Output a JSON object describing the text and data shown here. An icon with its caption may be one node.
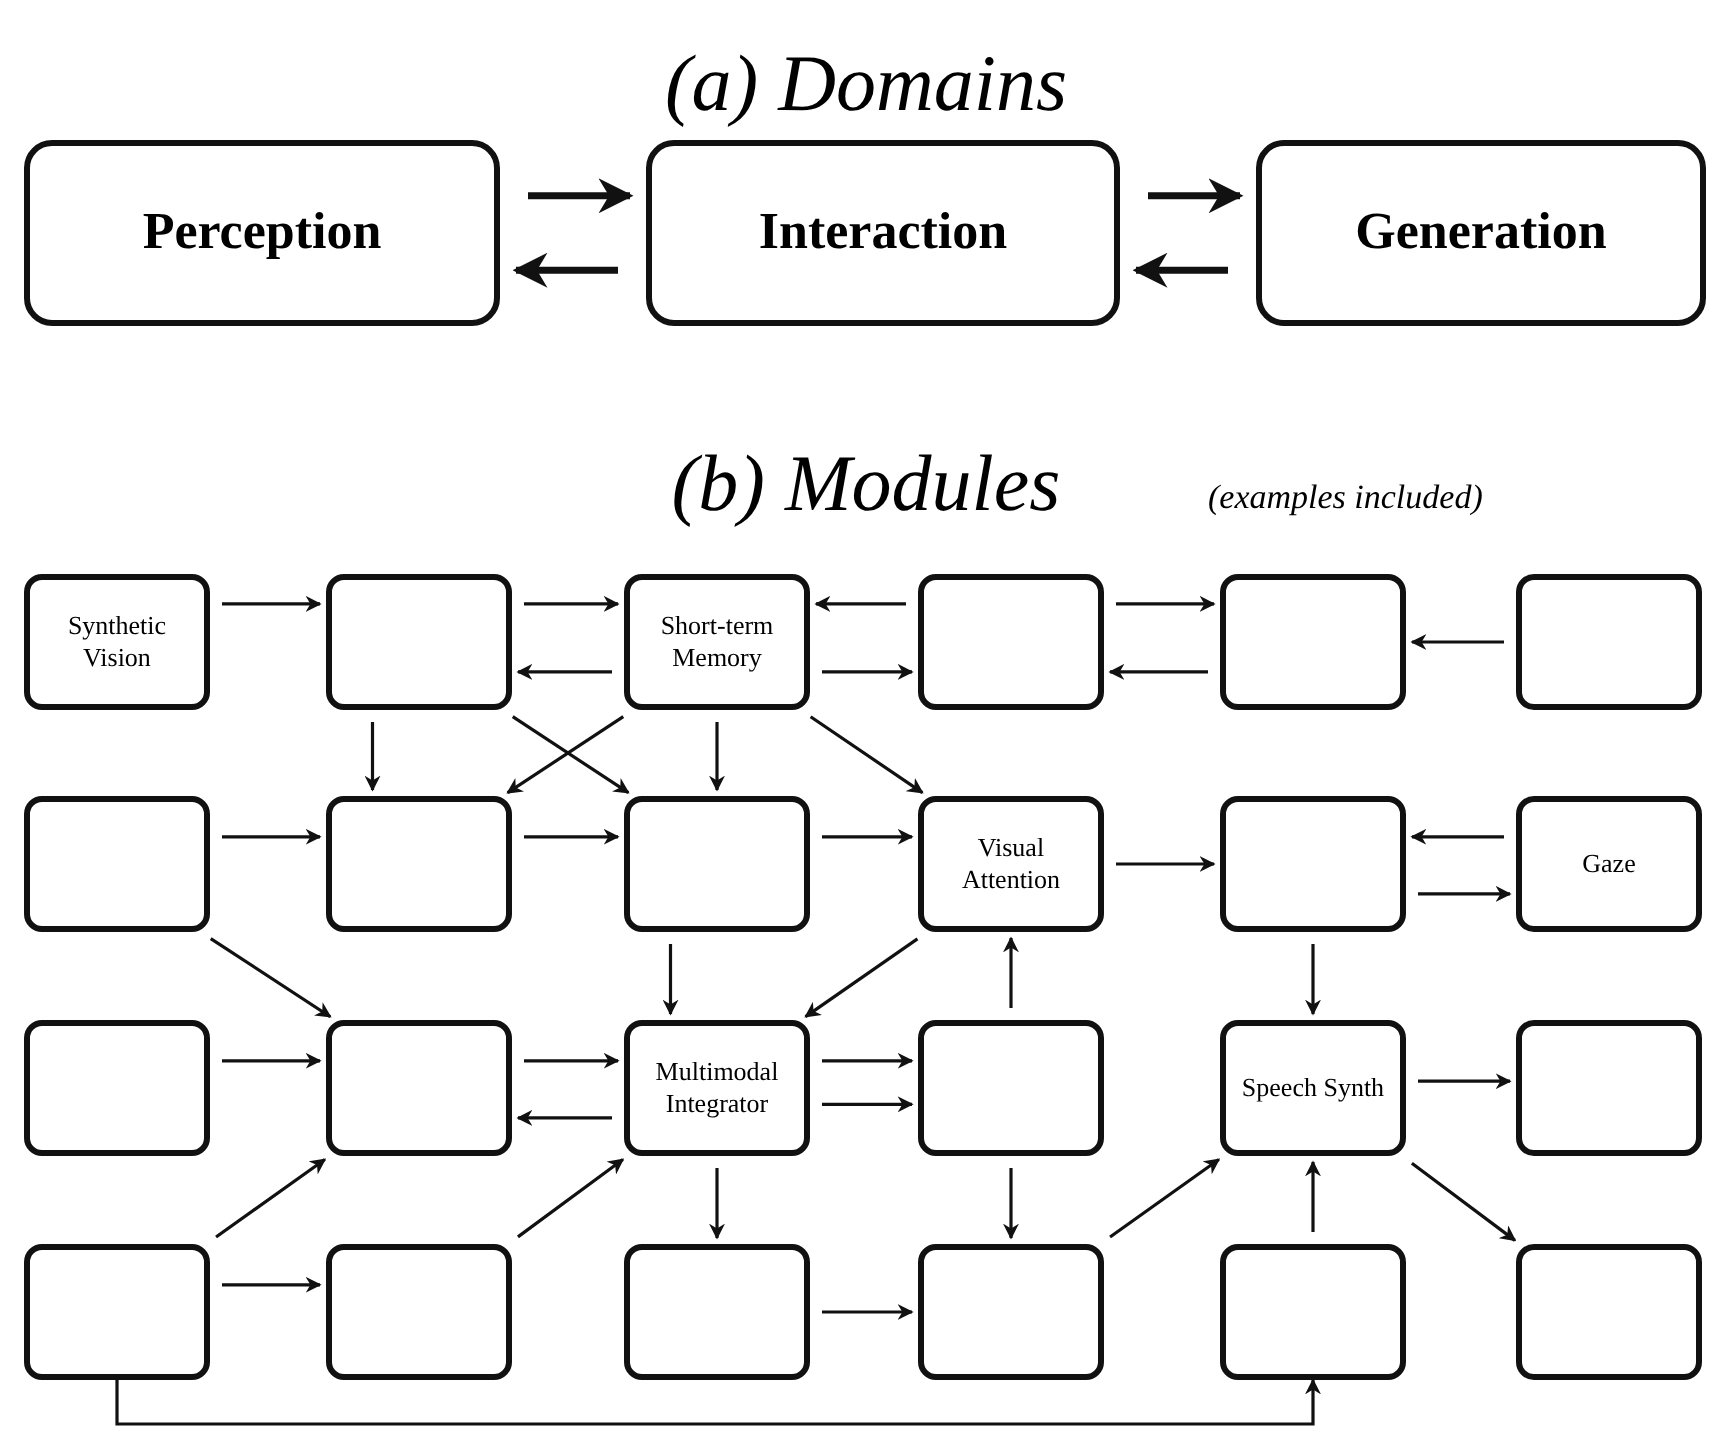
{
  "diagram": {
    "nodes": [
      {
        "text": [
          "Perception"
        ]
      },
      {
        "text": [
          "Interaction"
        ]
      },
      {
        "text": [
          "Generation"
        ]
      },
      {
        "text": [
          "Synthetic Vision"
        ]
      },
      {
        "text": [],
        "shape": "box"
      },
      {
        "text": [
          "Short-term Memory"
        ]
      },
      {
        "text": [],
        "shape": "box"
      },
      {
        "text": [],
        "shape": "box"
      },
      {
        "text": [],
        "shape": "box"
      },
      {
        "text": [],
        "shape": "box"
      },
      {
        "text": [],
        "shape": "box"
      },
      {
        "text": [],
        "shape": "box"
      },
      {
        "text": [
          "Visual Attention"
        ]
      },
      {
        "text": [],
        "shape": "box"
      },
      {
        "text": [
          "Gaze"
        ]
      },
      {
        "text": [],
        "shape": "box"
      },
      {
        "text": [],
        "shape": "box"
      },
      {
        "text": [
          "Multimodal Integrator"
        ]
      },
      {
        "text": [],
        "shape": "box"
      },
      {
        "text": [
          "Speech Synth"
        ]
      },
      {
        "text": [],
        "shape": "box"
      },
      {
        "text": [],
        "shape": "box"
      },
      {
        "text": [],
        "shape": "box"
      },
      {
        "text": [],
        "shape": "box"
      },
      {
        "text": [],
        "shape": "box"
      },
      {
        "text": [],
        "shape": "box"
      },
      {
        "text": [],
        "shape": "box"
      }
    ],
    "edges": [
      {
        "from": 0,
        "to": 1,
        "arrow": "to",
        "style": "thick"
      },
      {
        "from": 1,
        "to": 0,
        "arrow": "to",
        "style": "thick"
      },
      {
        "from": 1,
        "to": 2,
        "arrow": "to",
        "style": "thick"
      },
      {
        "from": 2,
        "to": 1,
        "arrow": "to",
        "style": "thick"
      },
      {
        "from": 3,
        "to": 4,
        "arrow": "to"
      },
      {
        "from": 4,
        "to": 5,
        "arrow": "to"
      },
      {
        "from": 5,
        "to": 4,
        "arrow": "to"
      },
      {
        "from": 6,
        "to": 5,
        "arrow": "to"
      },
      {
        "from": 5,
        "to": 6,
        "arrow": "to"
      },
      {
        "from": 6,
        "to": 7,
        "arrow": "to"
      },
      {
        "from": 7,
        "to": 6,
        "arrow": "to"
      },
      {
        "from": 8,
        "to": 7,
        "arrow": "to"
      },
      {
        "from": 4,
        "to": 10,
        "arrow": "to"
      },
      {
        "from": 4,
        "to": 11,
        "arrow": "to"
      },
      {
        "from": 5,
        "to": 10,
        "arrow": "to"
      },
      {
        "from": 5,
        "to": 11,
        "arrow": "to"
      },
      {
        "from": 5,
        "to": 12,
        "arrow": "to"
      },
      {
        "from": 9,
        "to": 10,
        "arrow": "to"
      },
      {
        "from": 10,
        "to": 11,
        "arrow": "to"
      },
      {
        "from": 11,
        "to": 12,
        "arrow": "to"
      },
      {
        "from": 12,
        "to": 13,
        "arrow": "to"
      },
      {
        "from": 14,
        "to": 13,
        "arrow": "to"
      },
      {
        "from": 13,
        "to": 14,
        "arrow": "to"
      },
      {
        "from": 9,
        "to": 16,
        "arrow": "to"
      },
      {
        "from": 11,
        "to": 17,
        "arrow": "to"
      },
      {
        "from": 12,
        "to": 17,
        "arrow": "to"
      },
      {
        "from": 18,
        "to": 12,
        "arrow": "to"
      },
      {
        "from": 13,
        "to": 19,
        "arrow": "to"
      },
      {
        "from": 15,
        "to": 16,
        "arrow": "to"
      },
      {
        "from": 16,
        "to": 17,
        "arrow": "to"
      },
      {
        "from": 17,
        "to": 16,
        "arrow": "to"
      },
      {
        "from": 17,
        "to": 18,
        "arrow": "to"
      },
      {
        "from": 17,
        "to": 18,
        "arrow": "to"
      },
      {
        "from": 19,
        "to": 20,
        "arrow": "to"
      },
      {
        "from": 21,
        "to": 16,
        "arrow": "to"
      },
      {
        "from": 22,
        "to": 17,
        "arrow": "to"
      },
      {
        "from": 17,
        "to": 23,
        "arrow": "to"
      },
      {
        "from": 18,
        "to": 24,
        "arrow": "to"
      },
      {
        "from": 24,
        "to": 19,
        "arrow": "to"
      },
      {
        "from": 25,
        "to": 19,
        "arrow": "to"
      },
      {
        "from": 19,
        "to": 26,
        "arrow": "to"
      },
      {
        "from": 21,
        "to": 22,
        "arrow": "to"
      },
      {
        "from": 23,
        "to": 24,
        "arrow": "to"
      },
      {
        "from": 21,
        "to": 25,
        "arrow": "to"
      }
    ],
    "labels": [
      "(a) Domains",
      "(b) Modules",
      "(examples included)"
    ]
  }
}
